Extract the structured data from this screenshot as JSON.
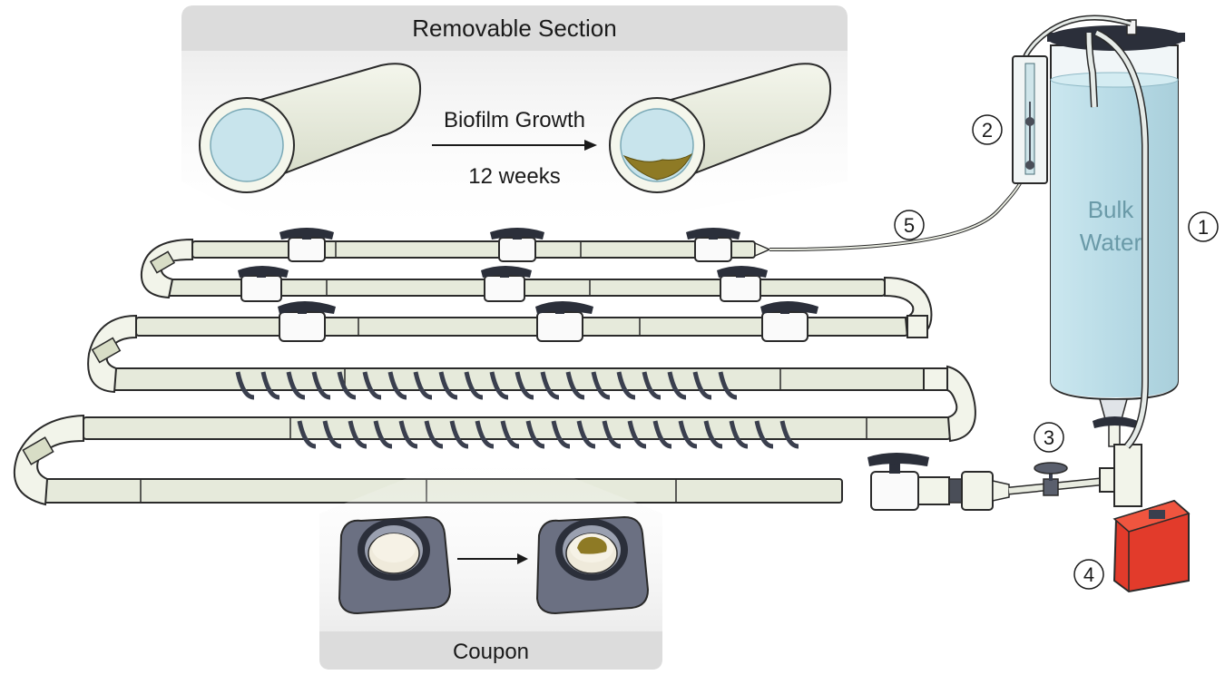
{
  "labels": {
    "removable_section": "Removable Section",
    "biofilm_growth": "Biofilm Growth",
    "duration": "12 weeks",
    "bulk_water_line1": "Bulk",
    "bulk_water_line2": "Water",
    "coupon": "Coupon"
  },
  "callouts": [
    "1",
    "2",
    "3",
    "4",
    "5"
  ],
  "colors": {
    "pipe": "#e6eadb",
    "pipe_outline": "#2a2a2a",
    "water": "#bfe0ea",
    "tank_text": "#6a9aa8",
    "biofilm": "#8e7a25",
    "pump": "#e23b2b",
    "coupon_holder": "#6b7082",
    "inset_bg": "#e9e9e9",
    "valve_handle": "#2b2f3a"
  },
  "icons": [
    "pipe-icon",
    "valve-icon",
    "coupon-icon",
    "pump-icon",
    "tank-icon",
    "flow-meter-icon",
    "arrow-icon"
  ]
}
